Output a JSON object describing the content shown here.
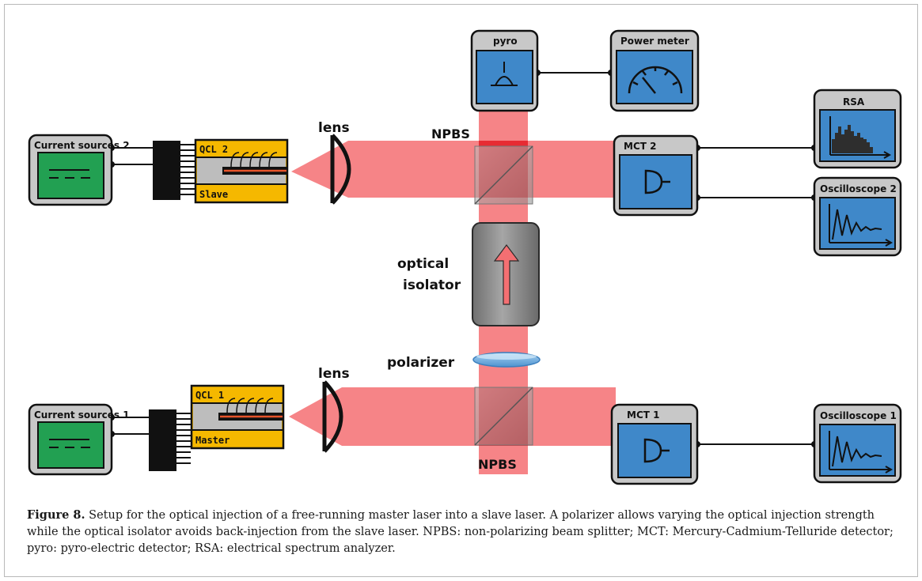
{
  "devices": {
    "current_source_2": "Current sources 2",
    "current_source_1": "Current sources 1",
    "qcl2_name": "QCL 2",
    "qcl2_role": "Slave",
    "qcl1_name": "QCL 1",
    "qcl1_role": "Master",
    "pyro": "pyro",
    "power_meter": "Power meter",
    "rsa": "RSA",
    "mct2": "MCT 2",
    "mct1": "MCT 1",
    "oscilloscope_2": "Oscilloscope 2",
    "oscilloscope_1": "Oscilloscope 1"
  },
  "labels": {
    "lens_top": "lens",
    "lens_bottom": "lens",
    "npbs_top": "NPBS",
    "npbs_bottom": "NPBS",
    "isolator_line1": "optical",
    "isolator_line2": "isolator",
    "polarizer": "polarizer"
  },
  "caption": {
    "figure_label": "Figure 8.",
    "text": " Setup for the optical injection of a free-running master laser into a slave laser. A polarizer allows varying the optical injection strength while the optical isolator avoids back-injection from the slave laser. NPBS: non-polarizing beam splitter; MCT: Mercury-Cadmium-Telluride detector; pyro: pyro-electric detector; RSA: electrical spectrum analyzer."
  },
  "colors": {
    "beam": "#f46f72",
    "beam_overlap": "#e6242c",
    "source_green": "#22a052",
    "detector_blue": "#3f88c9",
    "qcl_yellow": "#f5b800",
    "device_gray": "#c8c8c8",
    "isolator_gray": "#8e8e8e",
    "polarizer_blue": "#7fb6e3"
  }
}
